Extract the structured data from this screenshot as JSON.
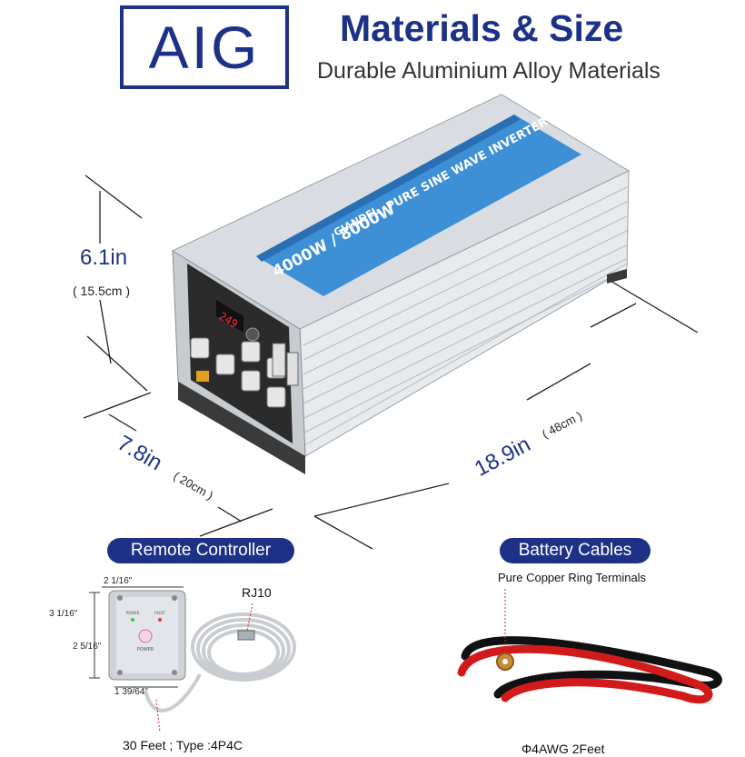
{
  "header": {
    "logo_text": "AIG",
    "title": "Materials & Size",
    "subtitle": "Durable Aluminium Alloy Materials"
  },
  "dimensions": {
    "height_in": "6.1in",
    "height_cm": "( 15.5cm )",
    "width_in": "7.8in",
    "width_cm": "( 20cm )",
    "length_in": "18.9in",
    "length_cm": "( 48cm )"
  },
  "product_label": {
    "brand": "GIANDEL",
    "model": "PURE SINE WAVE INVERTER",
    "power": "4000W / 8000W",
    "display_value": "249"
  },
  "remote": {
    "heading": "Remote Controller",
    "width_label": "2 1/16\"",
    "height_label": "3 1/16\"",
    "inner_height_label": "2 5/16\"",
    "depth_label": "1 39/64\"",
    "connector": "RJ10",
    "cable_spec": "30 Feet ; Type :4P4C",
    "power_text": "POWER",
    "fault_text": "FAULT"
  },
  "cables": {
    "heading": "Battery Cables",
    "terminal_desc": "Pure Copper Ring Terminals",
    "gauge_spec": "Φ4AWG 2Feet"
  },
  "colors": {
    "brand_blue": "#1d3287",
    "cable_red": "#d11a1a",
    "cable_black": "#111111",
    "label_blue": "#3d8fd6"
  }
}
